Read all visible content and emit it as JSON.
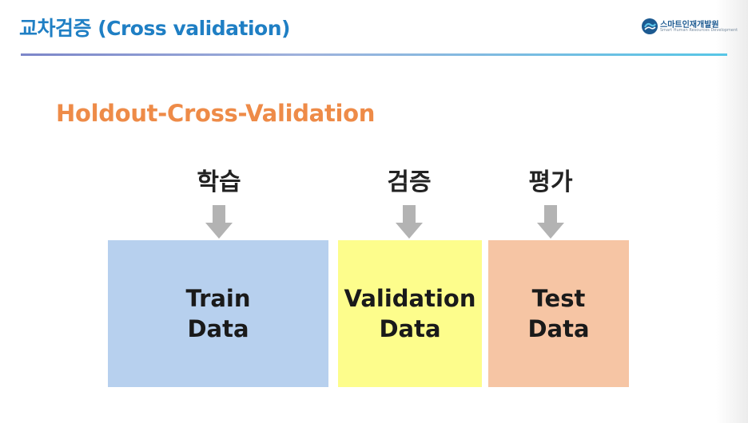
{
  "header": {
    "title": "교차검증 (Cross validation)",
    "logo_name": "스마트인재개발원",
    "logo_subtitle": "Smart Human Resources Development"
  },
  "diagram": {
    "subtitle": "Holdout-Cross-Validation",
    "stages": [
      {
        "label": "학습",
        "box_line1": "Train",
        "box_line2": "Data",
        "color": "#b7d0ee"
      },
      {
        "label": "검증",
        "box_line1": "Validation",
        "box_line2": "Data",
        "color": "#fdfd8c"
      },
      {
        "label": "평가",
        "box_line1": "Test",
        "box_line2": "Data",
        "color": "#f6c5a4"
      }
    ]
  },
  "colors": {
    "title": "#1f7fc4",
    "subtitle": "#ee8b48",
    "arrow": "#b3b3b3"
  }
}
